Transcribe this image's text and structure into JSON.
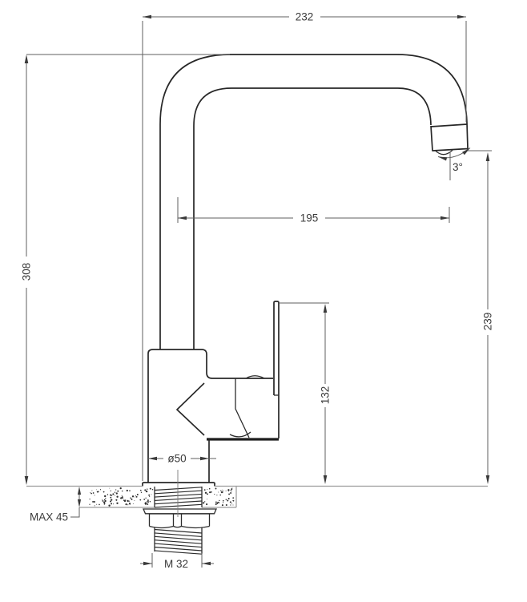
{
  "drawing": {
    "dimensions": {
      "spout_span": "232",
      "overall_height": "308",
      "spout_reach": "195",
      "outlet_angle": "3°",
      "outlet_height": "239",
      "body_height": "132",
      "base_diameter": "ø50",
      "max_mount_thickness": "MAX 45",
      "thread_size": "M 32"
    }
  }
}
